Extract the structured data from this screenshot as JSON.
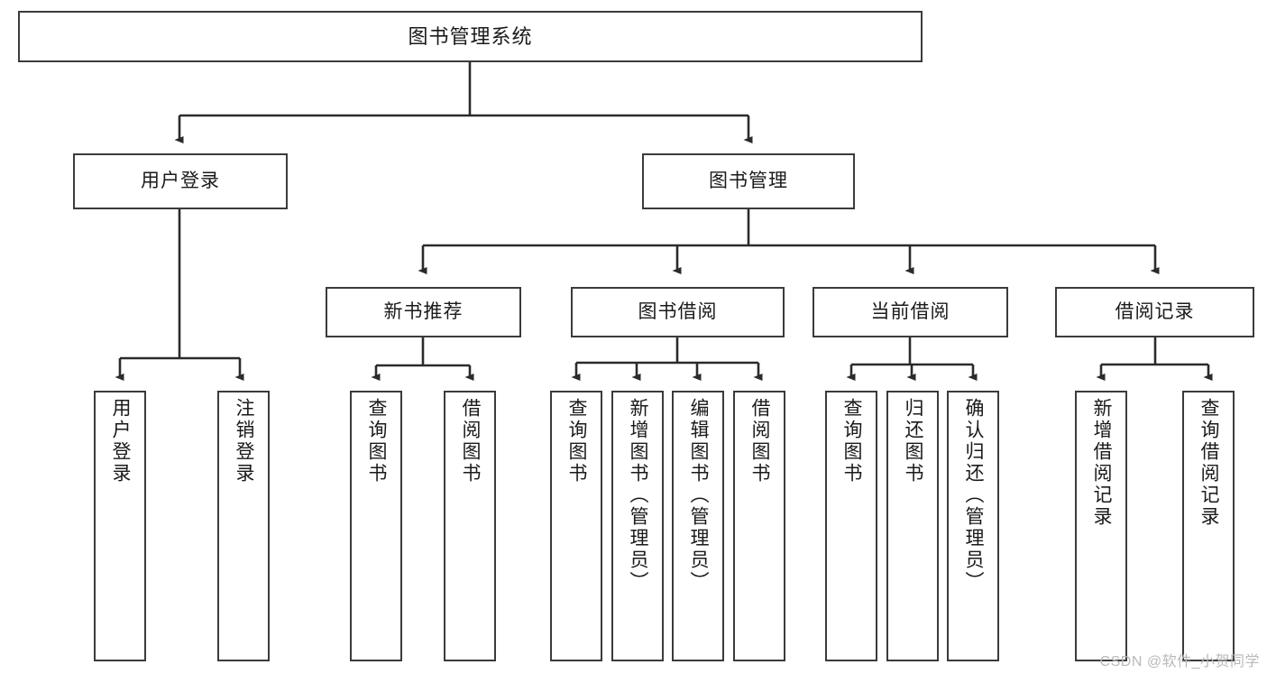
{
  "diagram": {
    "title": "图书管理系统",
    "watermark": "CSDN @软件_小贺同学",
    "colors": {
      "box_border": "#3b3b3b",
      "box_fill": "#ffffff",
      "connector": "#2b2b2b",
      "text": "#1a1a1a",
      "watermark": "#b9b9b9"
    },
    "levels": {
      "root": {
        "label": "图书管理系统"
      },
      "level2": [
        {
          "label": "用户登录"
        },
        {
          "label": "图书管理"
        }
      ],
      "level3": [
        {
          "label": "新书推荐"
        },
        {
          "label": "图书借阅"
        },
        {
          "label": "当前借阅"
        },
        {
          "label": "借阅记录"
        }
      ],
      "leaves": {
        "user_login": [
          {
            "label": "用户登录"
          },
          {
            "label": "注销登录"
          }
        ],
        "new_book_recommend": [
          {
            "label": "查询图书"
          },
          {
            "label": "借阅图书"
          }
        ],
        "book_borrow": [
          {
            "label": "查询图书"
          },
          {
            "label": "新增图书（管理员）"
          },
          {
            "label": "编辑图书（管理员）"
          },
          {
            "label": "借阅图书"
          }
        ],
        "current_borrow": [
          {
            "label": "查询图书"
          },
          {
            "label": "归还图书"
          },
          {
            "label": "确认归还（管理员）"
          }
        ],
        "borrow_record": [
          {
            "label": "新增借阅记录"
          },
          {
            "label": "查询借阅记录"
          }
        ]
      }
    }
  }
}
